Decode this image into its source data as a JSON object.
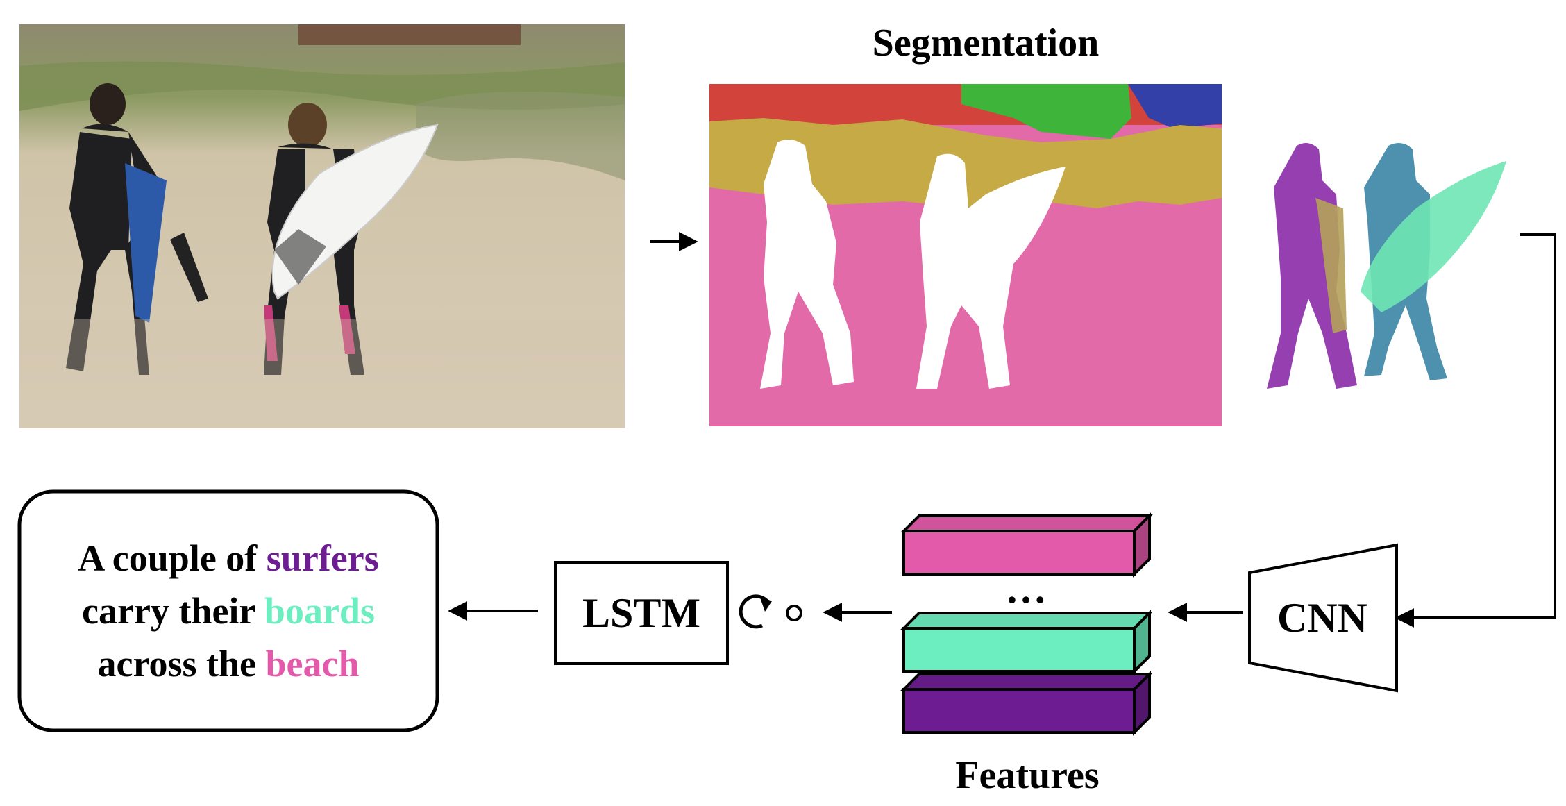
{
  "titles": {
    "segmentation": "Segmentation",
    "features": "Features"
  },
  "blocks": {
    "lstm": "LSTM",
    "cnn": "CNN",
    "ellipsis": "…"
  },
  "caption": {
    "line1_prefix": "A couple of ",
    "line1_word": "surfers",
    "line2_prefix": "carry their ",
    "line2_word": "boards",
    "line3_prefix": "across the ",
    "line3_word": "beach"
  },
  "colors": {
    "surfers": "#6d1d91",
    "boards": "#6deec0",
    "beach": "#e35aaa"
  },
  "feature_bars": [
    {
      "name": "beach-feature",
      "color": "#e35aaa"
    },
    {
      "name": "boards-feature",
      "color": "#6deec0"
    },
    {
      "name": "surfers-feature",
      "color": "#6d1d91"
    }
  ],
  "icons": {
    "composition": "circular-arrow-compose-icon"
  }
}
